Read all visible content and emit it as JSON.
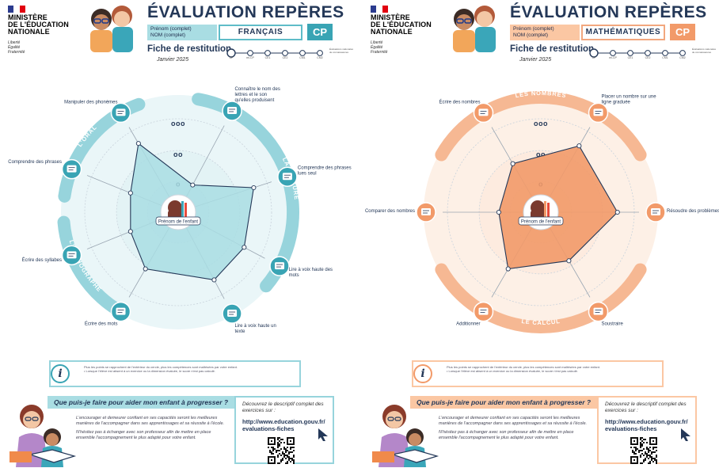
{
  "header": {
    "ministry": [
      "MINISTÈRE",
      "DE L'ÉDUCATION",
      "NATIONALE"
    ],
    "motto": [
      "Liberté",
      "Égalité",
      "Fraternité"
    ],
    "title": "ÉVALUATION REPÈRES",
    "name_lines": [
      "Prénom (complet)",
      "NOM (complet)"
    ],
    "fiche": "Fiche de restitution",
    "date": "Janvier 2025",
    "timeline_levels": [
      "CP",
      "mi-CP",
      "CE1",
      "CE2",
      "CM1",
      "CM2"
    ],
    "timeline_note": "Évaluations nationales de connaissances"
  },
  "colors": {
    "fr_accent": "#39a4b4",
    "fr_light": "#a9dde3",
    "fr_ring": "#97d4dc",
    "ma_accent": "#f29a69",
    "ma_light": "#fbc7a3",
    "ma_ring": "#f6b893",
    "navy": "#243858"
  },
  "sheets": [
    {
      "id": "fr",
      "subject": "FRANÇAIS",
      "level": "CP",
      "center_label": "Prénom de l'enfant",
      "scale_marks": [
        "ooo",
        "oo",
        "o"
      ],
      "sections": [
        "LA LECTURE",
        "L'ORTHOGRAPHE",
        "L'ORAL"
      ],
      "skills": [
        {
          "label": "Connaître le nom des lettres et le son qu'elles produisent",
          "icon": "letter-sound-icon",
          "level": 0.33
        },
        {
          "label": "Comprendre des phrases lues seul",
          "icon": "reading-phrases-icon",
          "level": 0.85
        },
        {
          "label": "Lire à voix haute des mots",
          "icon": "read-aloud-words-icon",
          "level": 0.8
        },
        {
          "label": "Lire à voix haute un texte",
          "icon": "read-aloud-text-icon",
          "level": 0.82
        },
        {
          "label": "Écrire des mots",
          "icon": "write-words-icon",
          "level": 0.7
        },
        {
          "label": "Écrire des syllabes",
          "icon": "write-syllables-icon",
          "level": 0.55
        },
        {
          "label": "Comprendre des phrases",
          "icon": "understand-phrases-icon",
          "level": 0.55
        },
        {
          "label": "Manipuler des phonèmes",
          "icon": "phonemes-icon",
          "level": 0.85
        }
      ]
    },
    {
      "id": "ma",
      "subject": "MATHÉMATIQUES",
      "level": "CP",
      "center_label": "Prénom de l'enfant",
      "scale_marks": [
        "ooo",
        "oo",
        "o"
      ],
      "sections": [
        "LES NOMBRES",
        "LE CALCUL"
      ],
      "skills": [
        {
          "label": "Placer un nombre sur une ligne graduée",
          "icon": "number-line-icon",
          "level": 0.82
        },
        {
          "label": "Résoudre des problèmes",
          "icon": "problem-solving-icon",
          "level": 0.82
        },
        {
          "label": "Soustraire",
          "icon": "subtract-icon",
          "level": 0.6
        },
        {
          "label": "Additionner",
          "icon": "add-icon",
          "level": 0.7
        },
        {
          "label": "Comparer des nombres",
          "icon": "compare-numbers-icon",
          "level": 0.45
        },
        {
          "label": "Écrire des nombres",
          "icon": "write-numbers-icon",
          "level": 0.6
        }
      ]
    }
  ],
  "info": {
    "line1": "Plus les points se rapprochent de l'extérieur du cercle, plus les compétences sont maîtrisées par votre enfant.",
    "line2": "• Lorsque l'élève est absent à un exercice ou la dimension évaluée, le score n'est pas calculé.",
    "icon": "info-icon",
    "letter": "i"
  },
  "help": {
    "title": "Que puis-je faire pour aider mon enfant à progresser ?",
    "p1": "L'encourager et demeurer confiant en ses capacités seront les meilleures manières de l'accompagner dans ses apprentissages et sa réussite à l'école.",
    "p2": "N'hésitez pas à échanger avec son professeur afin de mettre en place ensemble l'accompagnement le plus adapté pour votre enfant."
  },
  "web": {
    "discover": "Découvrez le descriptif complet des exercices sur :",
    "url1": "http://www.education.gouv.fr/",
    "url2": "evaluations-fiches"
  }
}
